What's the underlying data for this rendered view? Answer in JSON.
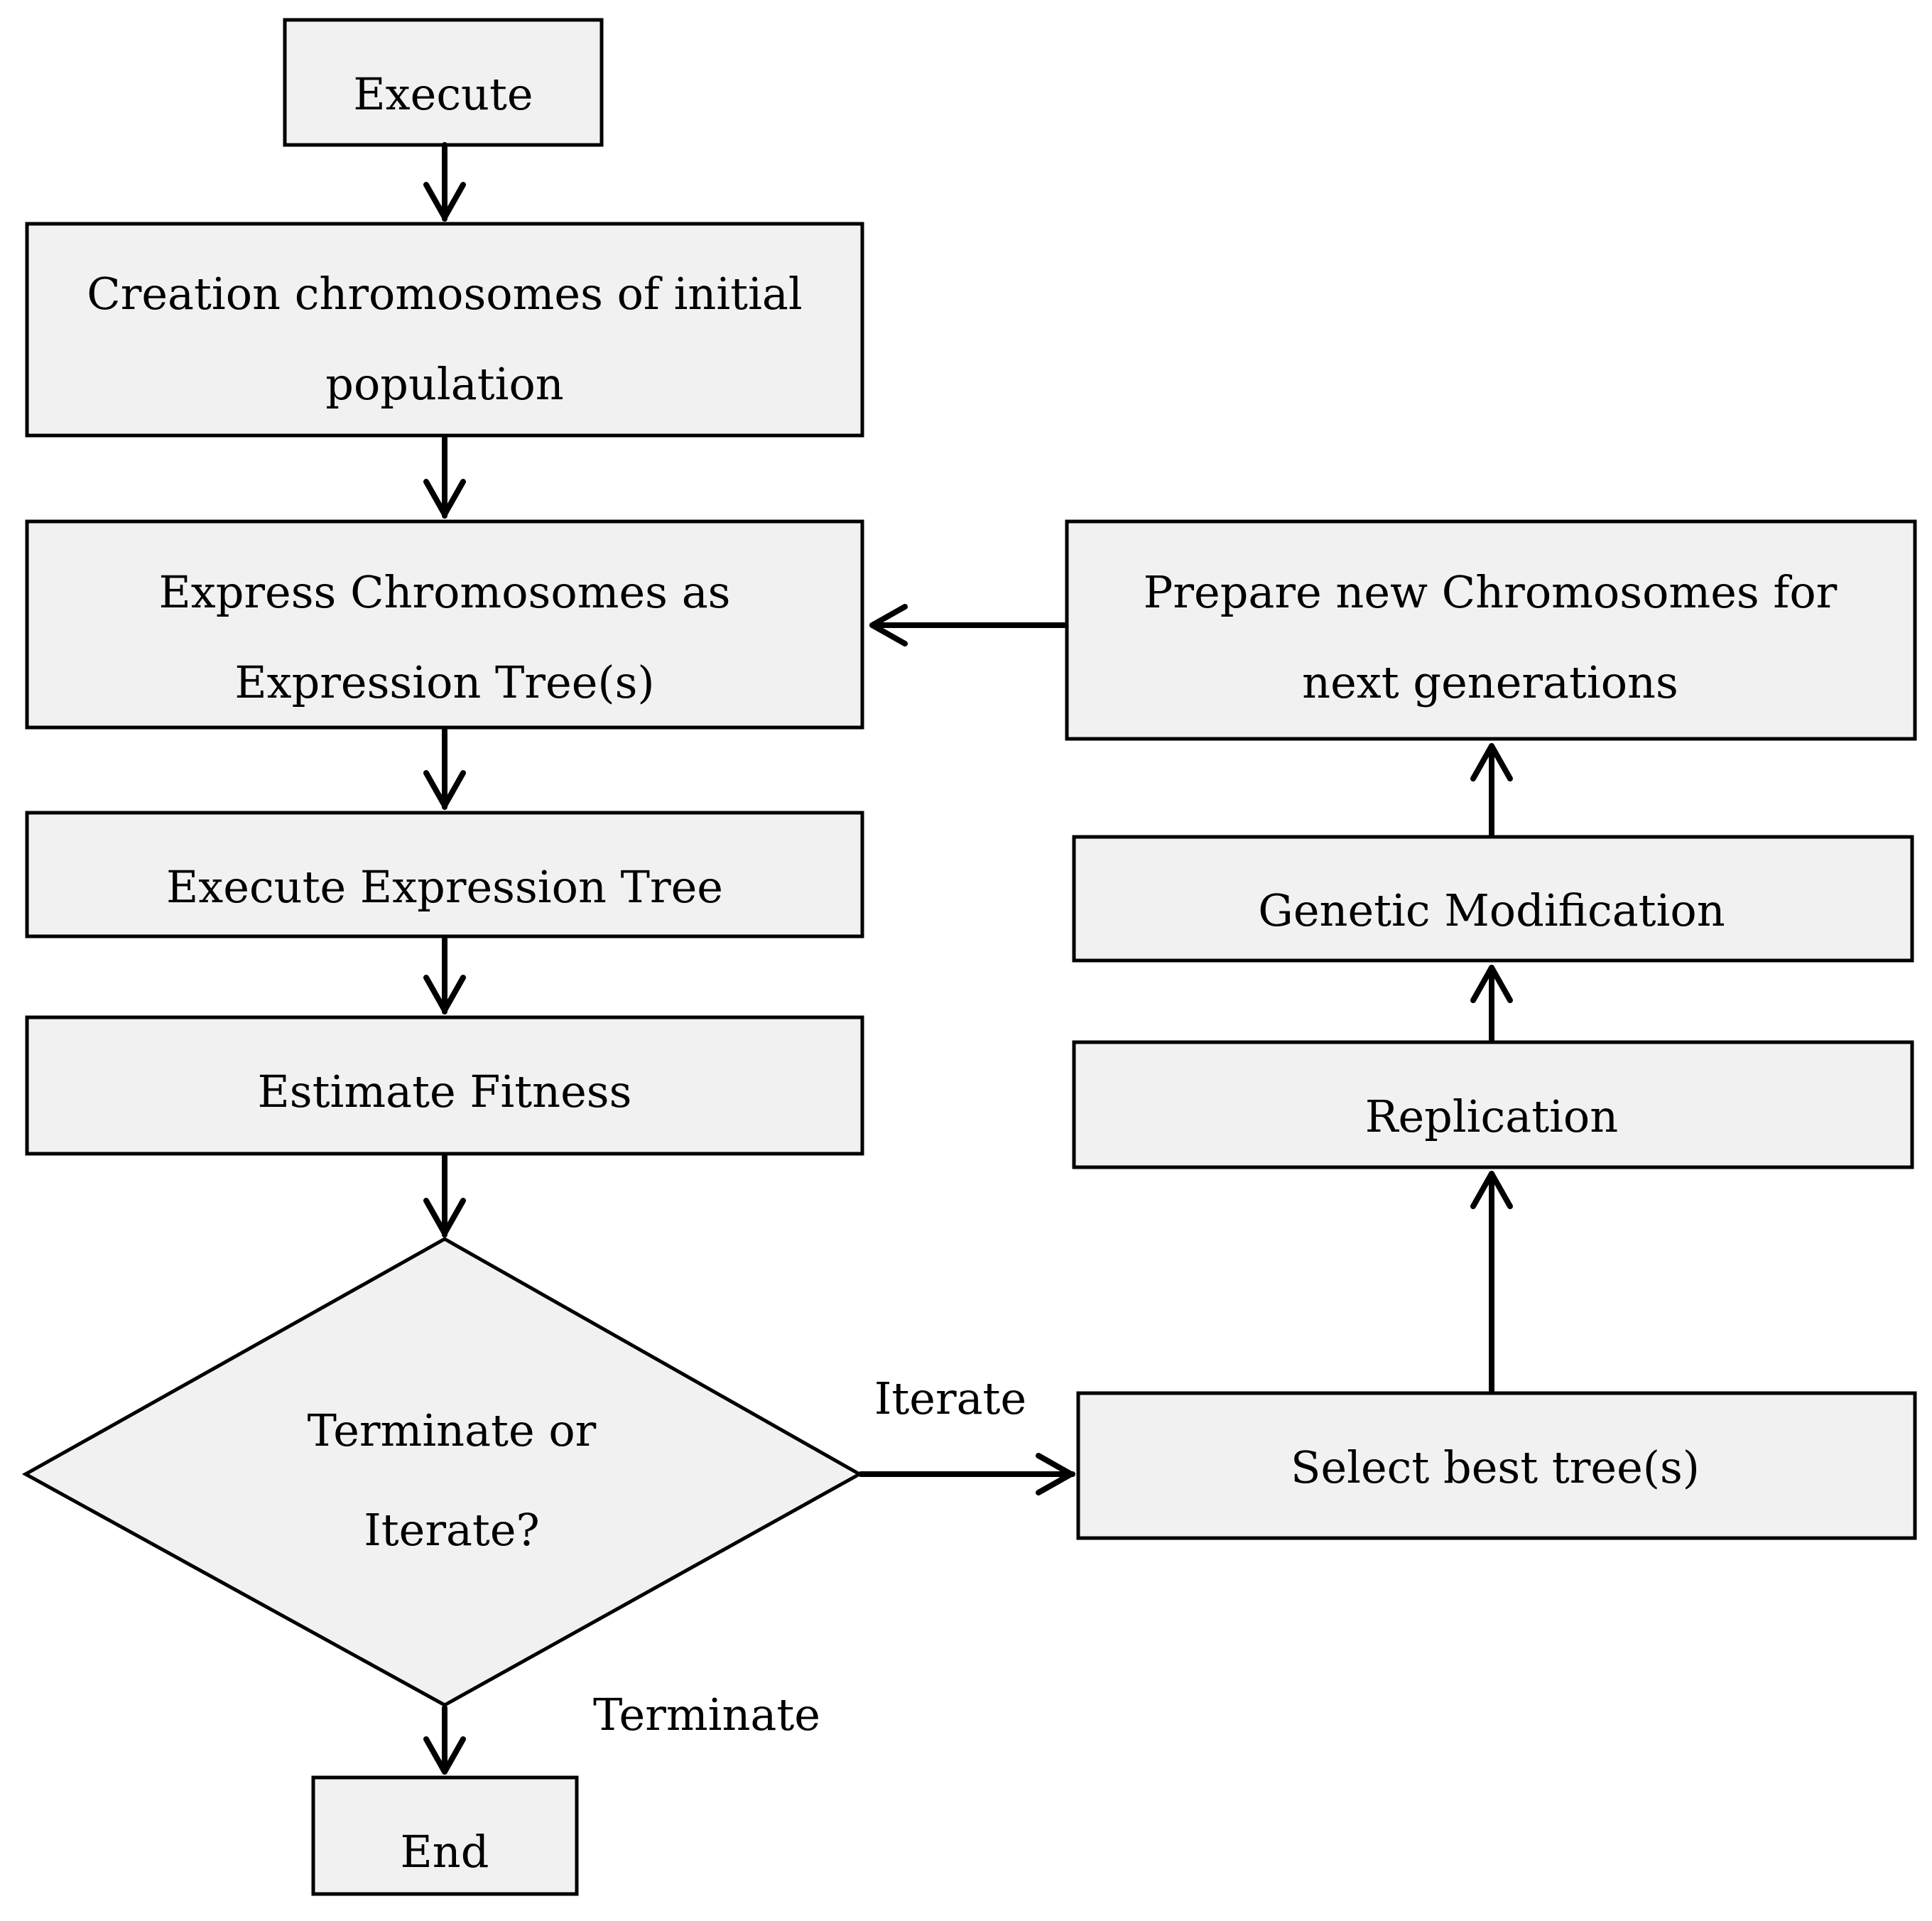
{
  "nodes": {
    "execute": [
      "Execute"
    ],
    "creation": [
      "Creation chromosomes of initial",
      "population"
    ],
    "express": [
      "Express Chromosomes as",
      "Expression Tree(s)"
    ],
    "execute_tree": [
      "Execute Expression Tree"
    ],
    "estimate": [
      "Estimate Fitness"
    ],
    "decision": [
      "Terminate or",
      "Iterate?"
    ],
    "end": [
      "End"
    ],
    "select": [
      "Select best tree(s)"
    ],
    "replication": [
      "Replication"
    ],
    "genetic": [
      "Genetic Modification"
    ],
    "prepare": [
      "Prepare new Chromosomes for",
      "next generations"
    ]
  },
  "edge_labels": {
    "iterate": "Iterate",
    "terminate": "Terminate"
  }
}
